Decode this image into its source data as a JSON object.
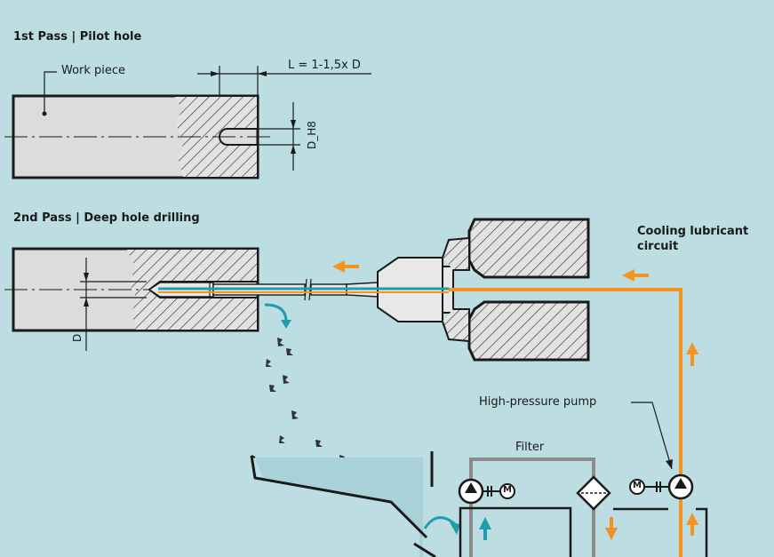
{
  "titles": {
    "pass1": "1st Pass | Pilot hole",
    "pass2": "2nd Pass | Deep hole drilling"
  },
  "labels": {
    "work_piece": "Work piece",
    "length": "L = 1-1,5x D",
    "dh8": "D_H8",
    "d": "D",
    "cooling": "Cooling lubricant",
    "circuit": "circuit",
    "pump": "High-pressure pump",
    "filter": "Filter",
    "motor": "M"
  },
  "colors": {
    "background": "#bcdde2",
    "orange": "#f39320",
    "teal": "#1e9eaa",
    "grey_pipe": "#8c8c8c",
    "body_fill": "#dcdcdc",
    "outline": "#1a1a1a"
  }
}
